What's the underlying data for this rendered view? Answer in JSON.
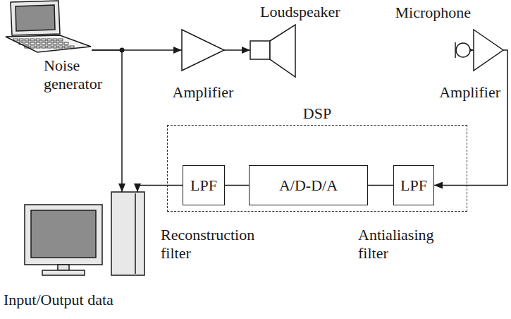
{
  "diagram": {
    "nodes": [
      {
        "text": [
          "Noise generator"
        ]
      },
      {
        "text": [
          "Amplifier"
        ]
      },
      {
        "text": [
          "Loudspeaker"
        ]
      },
      {
        "text": [
          "Microphone"
        ]
      },
      {
        "text": [
          "Amplifier"
        ]
      },
      {
        "text": [
          "DSP"
        ]
      },
      {
        "text": [
          "LPF"
        ],
        "in": 5
      },
      {
        "text": [
          "A/D-D/A"
        ],
        "in": 5
      },
      {
        "text": [
          "LPF"
        ],
        "in": 5
      },
      {
        "text": [
          "Input/Output data"
        ]
      }
    ],
    "edges": [
      {
        "from": 0,
        "to": 1,
        "arrow": "to"
      },
      {
        "from": 1,
        "to": 2,
        "arrow": "to"
      },
      {
        "from": 3,
        "to": 4,
        "arrow": "to"
      },
      {
        "from": 4,
        "to": 8,
        "arrow": "to"
      },
      {
        "from": 8,
        "to": 7,
        "arrow": "none"
      },
      {
        "from": 7,
        "to": 6,
        "arrow": "none"
      },
      {
        "from": 6,
        "to": 9,
        "arrow": "to"
      },
      {
        "from": 0,
        "to": 9,
        "arrow": "to"
      }
    ],
    "labels": [
      "Reconstruction filter",
      "Antialiasing filter"
    ]
  }
}
